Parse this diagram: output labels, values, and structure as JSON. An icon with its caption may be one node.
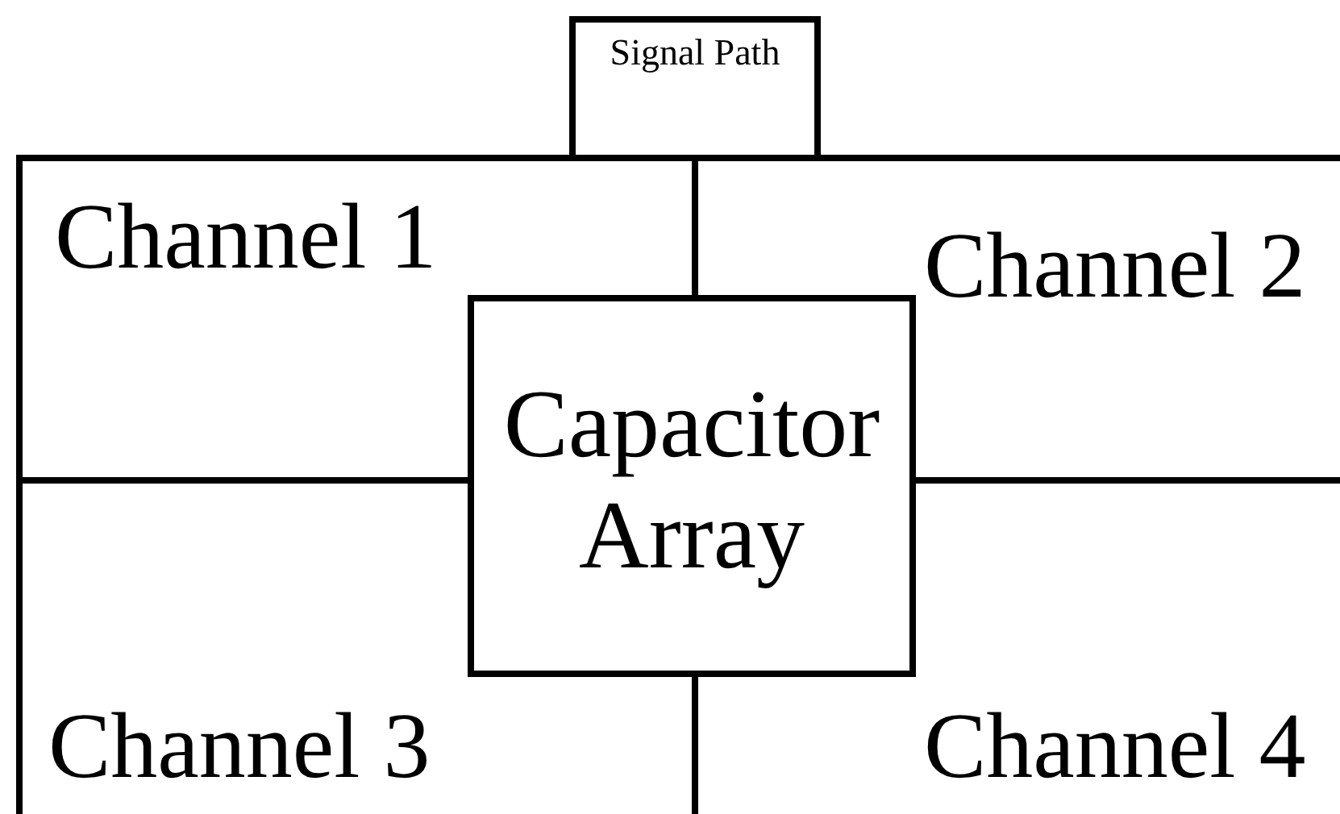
{
  "diagram": {
    "nodes": [
      {
        "text": [
          "Signal Path"
        ]
      },
      {
        "text": [
          "Channel 1"
        ]
      },
      {
        "text": [
          "Channel 2"
        ]
      },
      {
        "text": [
          "Capacitor Array"
        ]
      },
      {
        "text": [
          "Channel 3"
        ]
      },
      {
        "text": [
          "Channel 4"
        ]
      }
    ]
  }
}
